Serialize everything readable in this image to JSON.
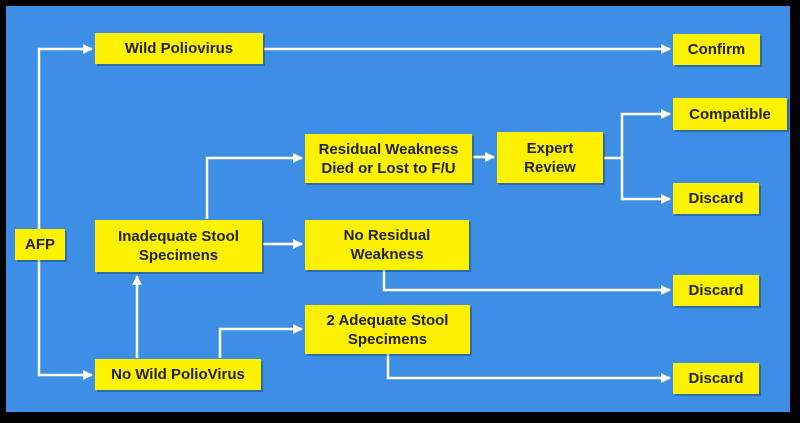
{
  "colors": {
    "background": "#3d8ee5",
    "box": "#fff200",
    "arrow": "#ffffff",
    "frame": "#000000"
  },
  "nodes": {
    "afp": "AFP",
    "wild_poliovirus": "Wild Poliovirus",
    "confirm": "Confirm",
    "no_wild_poliovirus": "No Wild PolioVirus",
    "inadequate_stool": "Inadequate Stool\nSpecimens",
    "residual_weakness": "Residual Weakness\nDied or Lost to F/U",
    "expert_review": "Expert\nReview",
    "compatible": "Compatible",
    "discard_1": "Discard",
    "no_residual_weakness": "No Residual\nWeakness",
    "discard_2": "Discard",
    "two_adequate_stool": "2 Adequate Stool\nSpecimens",
    "discard_3": "Discard"
  }
}
